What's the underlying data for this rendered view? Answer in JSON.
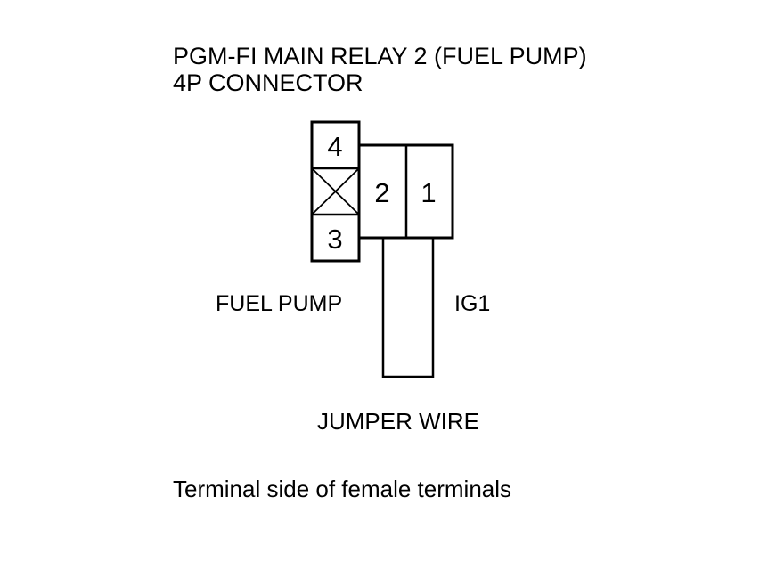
{
  "diagram": {
    "title_line1": "PGM-FI MAIN RELAY 2 (FUEL PUMP)",
    "title_line2": "4P CONNECTOR",
    "terminals": {
      "t4": "4",
      "t3": "3",
      "t2": "2",
      "t1": "1"
    },
    "labels": {
      "fuel_pump": "FUEL PUMP",
      "ig1": "IG1",
      "jumper_wire": "JUMPER WIRE"
    },
    "footnote": "Terminal side of female terminals",
    "colors": {
      "line": "#000000",
      "background": "#ffffff"
    }
  }
}
